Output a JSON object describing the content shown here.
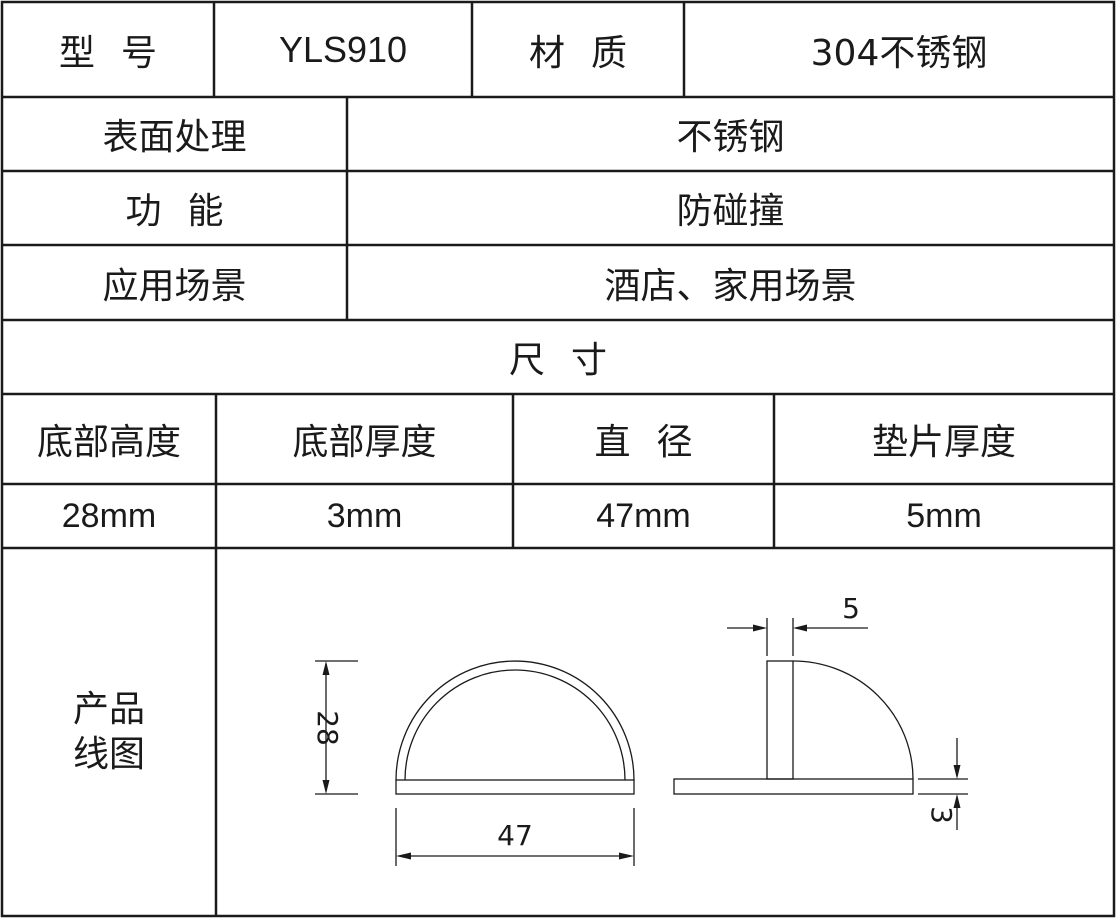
{
  "row1": {
    "model_label": "型号",
    "model_value": "YLS910",
    "material_label": "材质",
    "material_value": "304不锈钢"
  },
  "row2": {
    "label": "表面处理",
    "value": "不锈钢"
  },
  "row3": {
    "label": "功能",
    "value": "防碰撞"
  },
  "row4": {
    "label": "应用场景",
    "value": "酒店、家用场景"
  },
  "size_header": "尺寸",
  "size_columns": [
    "底部高度",
    "底部厚度",
    "直径",
    "垫片厚度"
  ],
  "size_values": [
    "28mm",
    "3mm",
    "47mm",
    "5mm"
  ],
  "drawing": {
    "label_line1": "产品",
    "label_line2": "线图",
    "dim_height": "28",
    "dim_diameter": "47",
    "dim_pad": "5",
    "dim_base": "3"
  }
}
